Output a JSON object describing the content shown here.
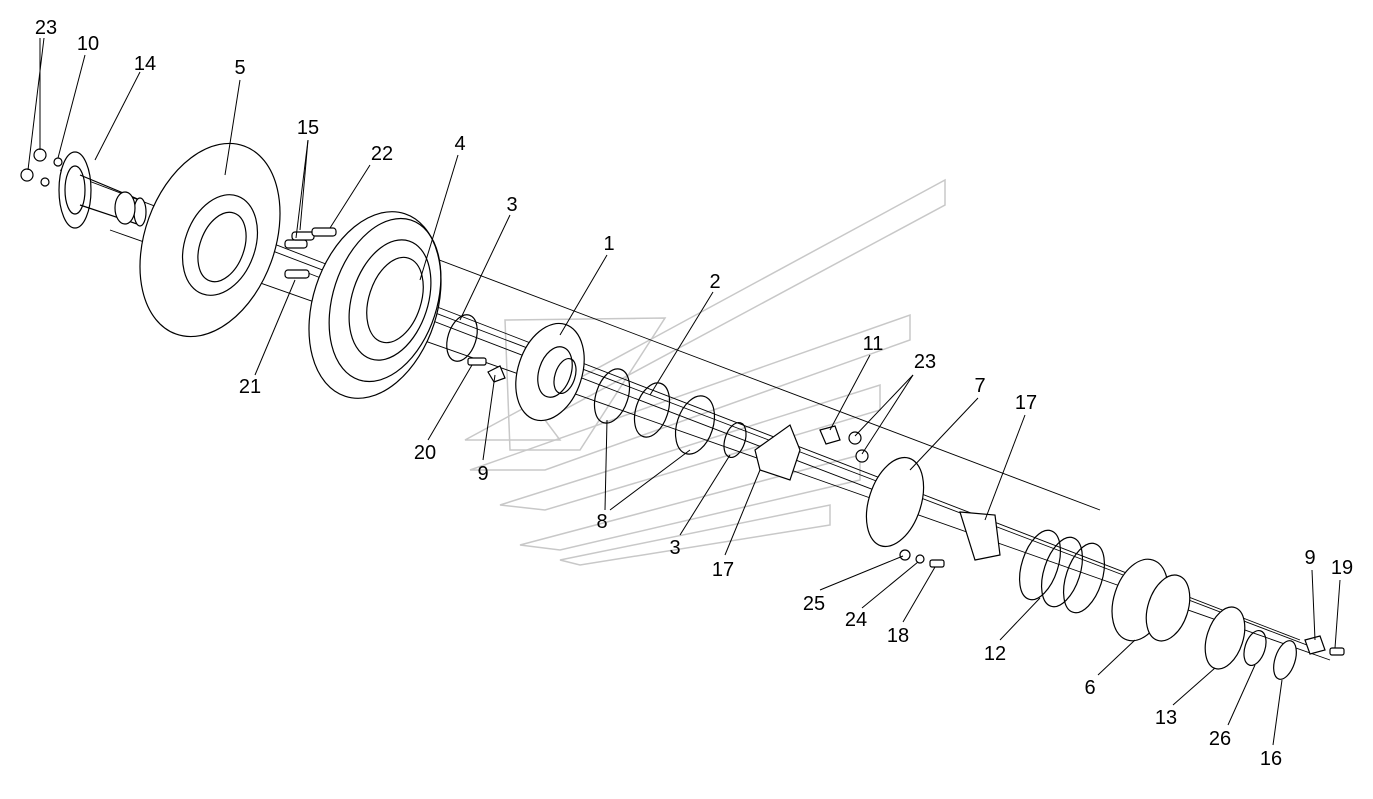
{
  "diagram": {
    "type": "exploded-assembly-drawing",
    "callouts": [
      "1",
      "2",
      "3",
      "3",
      "4",
      "5",
      "6",
      "7",
      "8",
      "9",
      "9",
      "10",
      "11",
      "12",
      "13",
      "14",
      "15",
      "16",
      "17",
      "17",
      "18",
      "19",
      "20",
      "21",
      "22",
      "23",
      "23",
      "24",
      "25",
      "26"
    ]
  },
  "labels": {
    "l23a": "23",
    "l10": "10",
    "l14": "14",
    "l5": "5",
    "l15": "15",
    "l22": "22",
    "l4": "4",
    "l3a": "3",
    "l1": "1",
    "l2": "2",
    "l21": "21",
    "l20": "20",
    "l9a": "9",
    "l8": "8",
    "l3b": "3",
    "l17a": "17",
    "l11": "11",
    "l23b": "23",
    "l7": "7",
    "l17b": "17",
    "l25": "25",
    "l24": "24",
    "l18": "18",
    "l12": "12",
    "l6": "6",
    "l13": "13",
    "l26": "26",
    "l16": "16",
    "l9b": "9",
    "l19": "19"
  }
}
